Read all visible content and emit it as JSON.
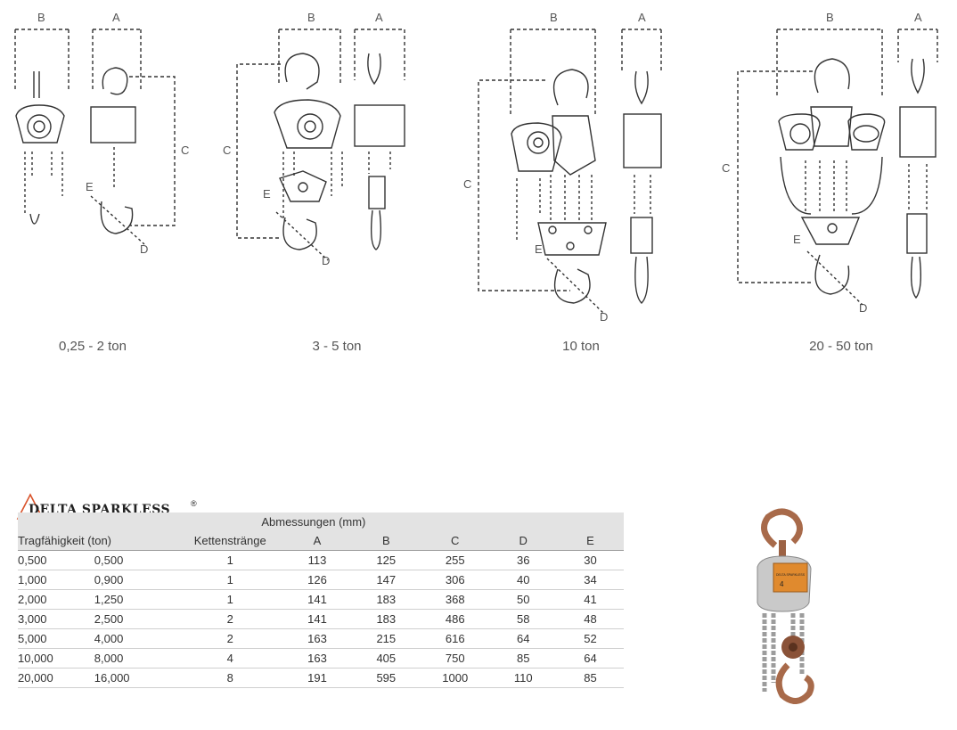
{
  "diagrams": [
    {
      "caption": "0,25 - 2 ton",
      "dims": [
        "B",
        "A",
        "C",
        "E",
        "D"
      ]
    },
    {
      "caption": "3 - 5 ton",
      "dims": [
        "B",
        "A",
        "C",
        "E",
        "D"
      ]
    },
    {
      "caption": "10 ton",
      "dims": [
        "B",
        "A",
        "C",
        "E",
        "D"
      ]
    },
    {
      "caption": "20 - 50 ton",
      "dims": [
        "B",
        "A",
        "C",
        "E",
        "D"
      ]
    }
  ],
  "brand": {
    "name": "DELTA SPARKLESS",
    "registered": "®",
    "accent": "#d9532b"
  },
  "table": {
    "group_header": "Abmessungen (mm)",
    "columns": [
      "Tragfähigkeit (ton)",
      "Kettenstränge",
      "A",
      "B",
      "C",
      "D",
      "E"
    ],
    "rows": [
      [
        "0,500",
        "0,500",
        "1",
        "113",
        "125",
        "255",
        "36",
        "30"
      ],
      [
        "1,000",
        "0,900",
        "1",
        "126",
        "147",
        "306",
        "40",
        "34"
      ],
      [
        "2,000",
        "1,250",
        "1",
        "141",
        "183",
        "368",
        "50",
        "41"
      ],
      [
        "3,000",
        "2,500",
        "2",
        "141",
        "183",
        "486",
        "58",
        "48"
      ],
      [
        "5,000",
        "4,000",
        "2",
        "163",
        "215",
        "616",
        "64",
        "52"
      ],
      [
        "10,000",
        "8,000",
        "4",
        "163",
        "405",
        "750",
        "85",
        "64"
      ],
      [
        "20,000",
        "16,000",
        "8",
        "191",
        "595",
        "1000",
        "110",
        "85"
      ]
    ]
  },
  "photo_label": "DELTA SPARKLESS"
}
